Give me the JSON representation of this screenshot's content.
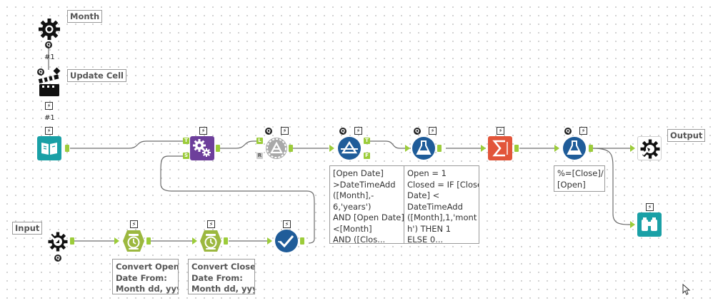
{
  "labels": {
    "month": "Month",
    "update_cell": "Update Cell",
    "output": "Output",
    "input": "Input"
  },
  "counters": {
    "month_out": "#1",
    "update_out": "#1"
  },
  "anchors": {
    "true_label": "T",
    "false_label": "F",
    "left_label": "L",
    "right_label": "R",
    "source_label": "S"
  },
  "badges": {
    "lightning": "⚡",
    "question": "Q"
  },
  "annotations": {
    "filter": [
      "[Open Date]",
      ">DateTimeAdd",
      "([Month],-",
      "6,'years')",
      "AND [Open Date]",
      "<[Month]",
      "AND ([Clos..."
    ],
    "formula1": [
      "Open = 1",
      "Closed = IF [Close",
      "Date] <",
      "DateTimeAdd",
      "([Month],1,'mont",
      "h') THEN 1",
      "ELSE 0..."
    ],
    "formula2": [
      "%=[Close]/",
      "[Open]"
    ],
    "convert_open": [
      "Convert Open",
      "Date From:",
      "Month dd, yyyy"
    ],
    "convert_close": [
      "Convert Close",
      "Date From:",
      "Month dd, yyyy"
    ]
  },
  "colors": {
    "teal": "#1aa0a6",
    "purple": "#6d3f9b",
    "blue": "#1f5c99",
    "orange": "#e2553a",
    "olive": "#9cb83f",
    "grey": "#9a9a9a",
    "anchor_green": "#9ccc3a",
    "connector": "#6d6d6d"
  }
}
